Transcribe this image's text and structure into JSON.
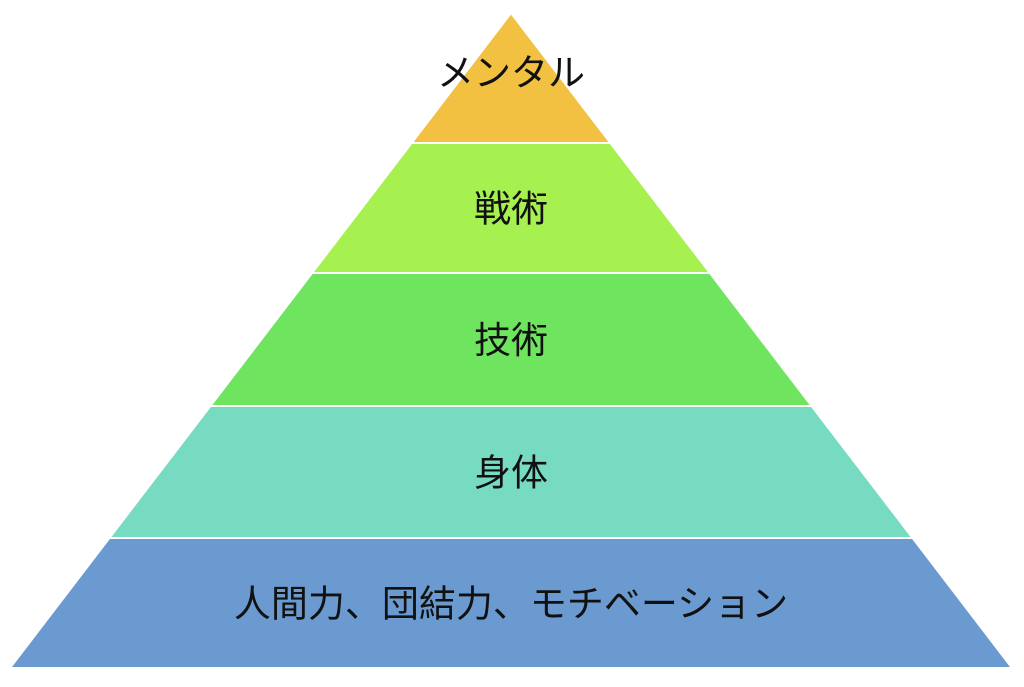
{
  "layers": [
    {
      "label": "メンタル",
      "color": "#F3C142"
    },
    {
      "label": "戦術",
      "color": "#A6F050"
    },
    {
      "label": "技術",
      "color": "#6FE45F"
    },
    {
      "label": "身体",
      "color": "#77DBC1"
    },
    {
      "label": "人間力、団結力、モチベーション",
      "color": "#6A9AD0"
    }
  ]
}
